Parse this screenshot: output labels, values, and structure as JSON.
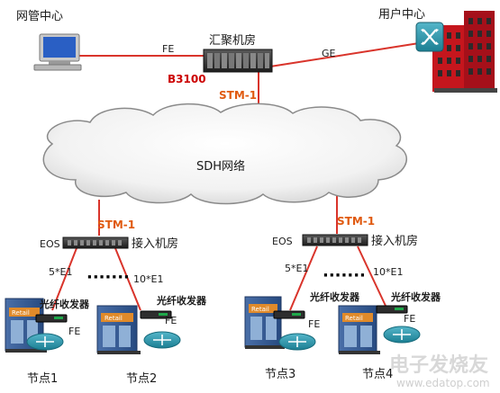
{
  "labels": {
    "nms_center": "网管中心",
    "aggregation_room": "汇聚机房",
    "user_center": "用户中心",
    "fe_top": "FE",
    "ge": "GE",
    "b3100": "B3100",
    "stm1_top": "STM-1",
    "sdh_network": "SDH网络",
    "stm1_left": "STM-1",
    "stm1_right": "STM-1",
    "eos_left": "EOS",
    "eos_right": "EOS",
    "access_room_left": "接入机房",
    "access_room_right": "接入机房",
    "e1_5_left": "5*E1",
    "e1_10_left": "10*E1",
    "e1_5_right": "5*E1",
    "e1_10_right": "10*E1",
    "dots_left": "·······",
    "dots_right": "·······",
    "fiber_tx_1": "光纤收发器",
    "fiber_tx_2": "光纤收发器",
    "fiber_tx_3": "光纤收发器",
    "fiber_tx_4": "光纤收发器",
    "fe_n1": "FE",
    "fe_n2": "FE",
    "fe_n3": "FE",
    "fe_n4": "FE",
    "node1": "节点1",
    "node2": "节点2",
    "node3": "节点3",
    "node4": "节点4",
    "retail": "Retail",
    "watermark_cn": "电子发烧友",
    "watermark_url": "www.edatop.com"
  },
  "colors": {
    "link_red": "#d9342b",
    "label_red": "#cc0000",
    "label_orange": "#e05a10",
    "cloud_edge": "#8a8a8a",
    "device_dark": "#2e2e2e"
  }
}
